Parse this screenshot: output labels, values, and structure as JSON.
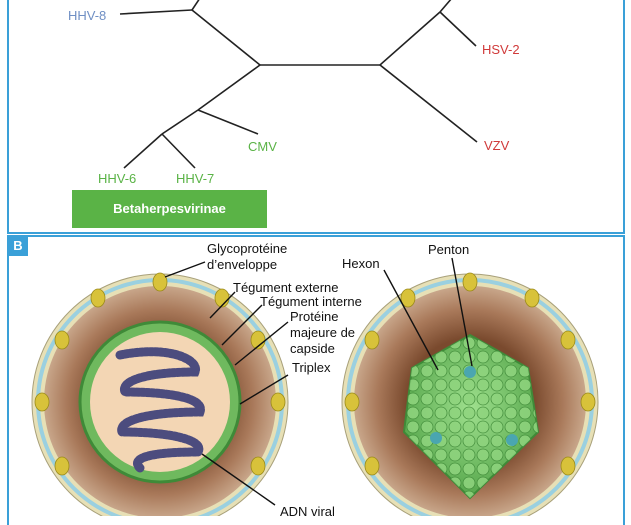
{
  "panel_b_letter": "B",
  "tree": {
    "hhv8": "HHV-8",
    "hsv2": "HSV-2",
    "vzv": "VZV",
    "cmv": "CMV",
    "hhv6": "HHV-6",
    "hhv7": "HHV-7",
    "subfamily_label": "Betaherpesvirinae"
  },
  "virion": {
    "glyco_line1": "Glycoprotéine",
    "glyco_line2": "d’enveloppe",
    "tegument_ext": "Tégument externe",
    "tegument_int": "Tégument interne",
    "capsid_line1": "Protéine",
    "capsid_line2": "majeure de",
    "capsid_line3": "capside",
    "triplex": "Triplex",
    "dna": "ADN viral",
    "hexon": "Hexon",
    "penton": "Penton"
  },
  "colors": {
    "panel_border": "#3aa0d8",
    "gamma": "#6f8fc4",
    "alpha": "#d03a3a",
    "beta": "#5ab346",
    "tegument_outer": "#b08466",
    "tegument_inner": "#8a5a3a",
    "capsid_green": "#78c86a",
    "dna_purple": "#5a5a8c"
  }
}
